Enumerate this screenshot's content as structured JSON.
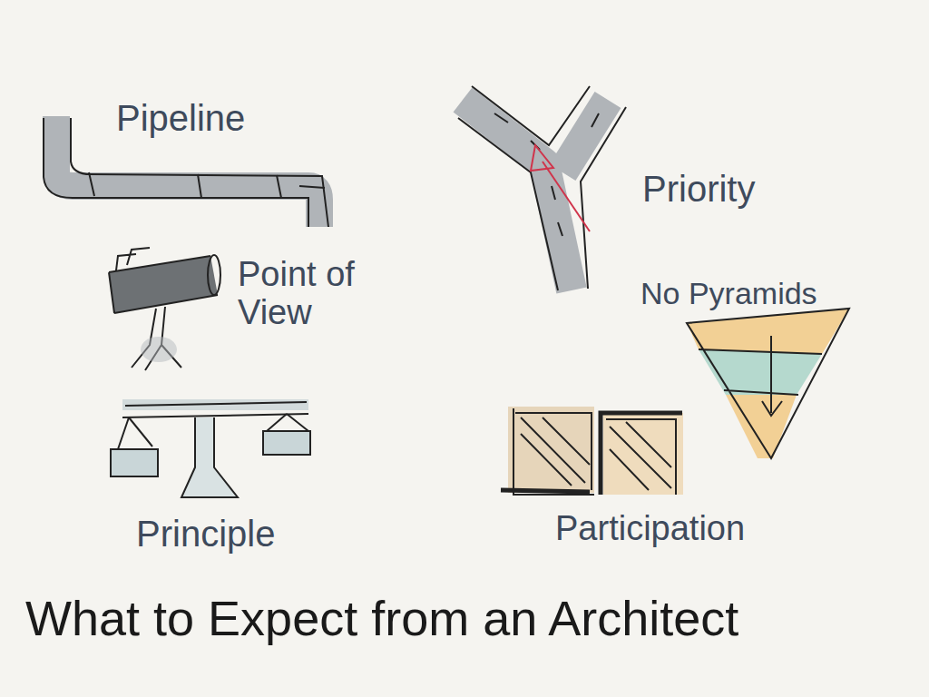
{
  "diagram": {
    "title": "What to Expect from an Architect",
    "labels": [
      "Pipeline",
      "Point of View",
      "Principle",
      "Priority",
      "No Pyramids",
      "Participation"
    ]
  }
}
